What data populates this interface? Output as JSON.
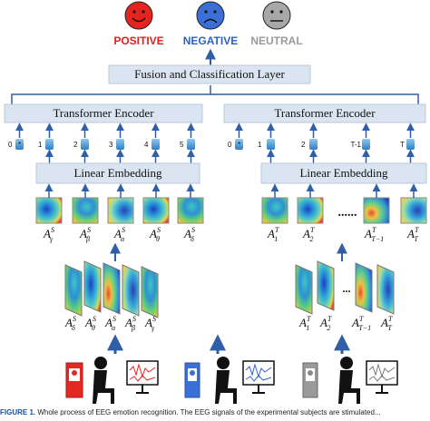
{
  "emotions": {
    "positive": {
      "label": "POSITIVE",
      "color": "#e02020"
    },
    "negative": {
      "label": "NEGATIVE",
      "color": "#2a62c9"
    },
    "neutral": {
      "label": "NEUTRAL",
      "color": "#9a9a9a"
    }
  },
  "fusion_label": "Fusion and Classification Layer",
  "left": {
    "encoder_label": "Transformer Encoder",
    "embedding_label": "Linear Embedding",
    "tokens": [
      "0",
      "1",
      "2",
      "3",
      "4",
      "5"
    ],
    "cls_symbol": "*",
    "maps": [
      {
        "base": "A",
        "sup": "S",
        "sub": "γ"
      },
      {
        "base": "A",
        "sup": "S",
        "sub": "β"
      },
      {
        "base": "A",
        "sup": "S",
        "sub": "α"
      },
      {
        "base": "A",
        "sup": "S",
        "sub": "θ"
      },
      {
        "base": "A",
        "sup": "S",
        "sub": "δ"
      }
    ],
    "stack": [
      {
        "base": "A",
        "sup": "S",
        "sub": "δ"
      },
      {
        "base": "A",
        "sup": "S",
        "sub": "θ"
      },
      {
        "base": "A",
        "sup": "S",
        "sub": "α"
      },
      {
        "base": "A",
        "sup": "S",
        "sub": "β"
      },
      {
        "base": "A",
        "sup": "S",
        "sub": "γ"
      }
    ]
  },
  "right": {
    "encoder_label": "Transformer Encoder",
    "embedding_label": "Linear Embedding",
    "tokens": [
      "0",
      "1",
      "2",
      "T-1",
      "T"
    ],
    "cls_symbol": "*",
    "dots": "......",
    "stack_dots": "...",
    "maps": [
      {
        "base": "A",
        "sup": "T",
        "sub": "1"
      },
      {
        "base": "A",
        "sup": "T",
        "sub": "2"
      },
      {
        "base": "A",
        "sup": "T",
        "sub": "T−1"
      },
      {
        "base": "A",
        "sup": "T",
        "sub": "T"
      }
    ],
    "stack": [
      {
        "base": "A",
        "sup": "T",
        "sub": "1"
      },
      {
        "base": "A",
        "sup": "T",
        "sub": "2"
      },
      {
        "base": "A",
        "sup": "T",
        "sub": "T−1"
      },
      {
        "base": "A",
        "sup": "T",
        "sub": "T"
      }
    ]
  },
  "caption": {
    "label": "FIGURE 1.",
    "text": "Whole process of EEG emotion recognition. The EEG signals of the experimental subjects are stimulated..."
  }
}
